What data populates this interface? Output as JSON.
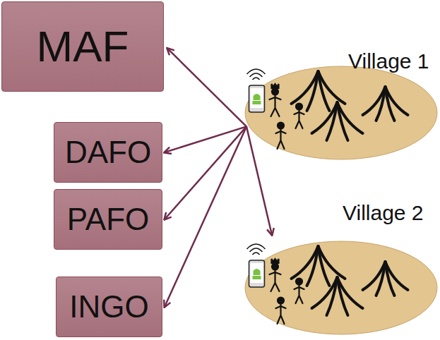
{
  "diagram": {
    "nodes": [
      {
        "text": [
          "MAF"
        ]
      },
      {
        "text": [
          "DAFO"
        ]
      },
      {
        "text": [
          "PAFO"
        ]
      },
      {
        "text": [
          "INGO"
        ]
      },
      {
        "text": [
          "Village 1"
        ]
      },
      {
        "text": [
          "Village 2"
        ]
      }
    ],
    "edges": [
      {
        "from": 4,
        "to": 0,
        "arrow": "to"
      },
      {
        "from": 4,
        "to": 1,
        "arrow": "to"
      },
      {
        "from": 4,
        "to": 2,
        "arrow": "to"
      },
      {
        "from": 4,
        "to": 3,
        "arrow": "to"
      },
      {
        "from": 4,
        "to": 5,
        "arrow": "to"
      }
    ]
  }
}
